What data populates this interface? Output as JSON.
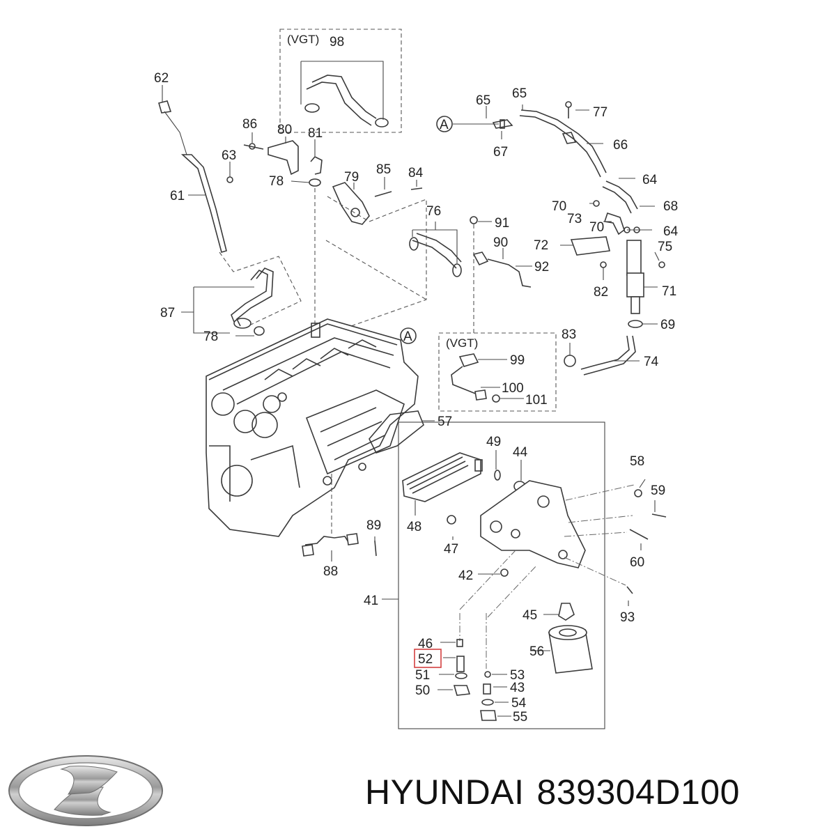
{
  "brand": {
    "name": "HYUNDAI",
    "part_number": "839304D100",
    "logo_icon": "hyundai-logo-icon"
  },
  "diagram": {
    "vgt_group_labels": [
      "(VGT)",
      "(VGT)"
    ],
    "circle_marker": "A",
    "highlighted_callout": "52",
    "callouts": [
      "98",
      "62",
      "86",
      "80",
      "81",
      "63",
      "78",
      "79",
      "85",
      "84",
      "61",
      "65",
      "65",
      "77",
      "67",
      "66",
      "64",
      "68",
      "70",
      "73",
      "70",
      "64",
      "72",
      "75",
      "82",
      "71",
      "69",
      "76",
      "91",
      "90",
      "92",
      "87",
      "78",
      "83",
      "74",
      "99",
      "100",
      "101",
      "57",
      "49",
      "44",
      "48",
      "58",
      "59",
      "47",
      "60",
      "42",
      "89",
      "88",
      "41",
      "45",
      "93",
      "46",
      "56",
      "52",
      "51",
      "53",
      "43",
      "50",
      "54",
      "55"
    ]
  }
}
